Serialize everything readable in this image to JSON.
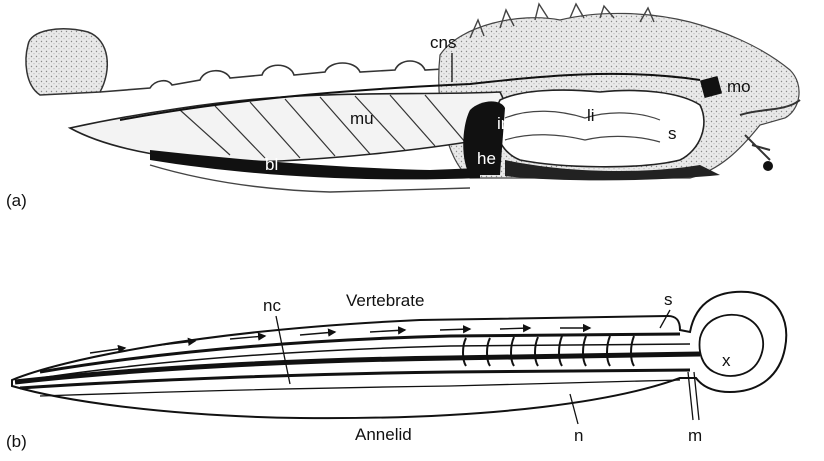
{
  "panel_a": {
    "tag": "(a)",
    "labels": {
      "cns": "cns",
      "mo": "mo",
      "mu": "mu",
      "li": "li",
      "in": "in",
      "s": "s",
      "bl": "bl",
      "he": "he"
    }
  },
  "panel_b": {
    "tag": "(b)",
    "labels": {
      "vertebrate": "Vertebrate",
      "annelid": "Annelid",
      "nc": "nc",
      "s": "s",
      "x": "x",
      "n": "n",
      "m": "m"
    }
  }
}
